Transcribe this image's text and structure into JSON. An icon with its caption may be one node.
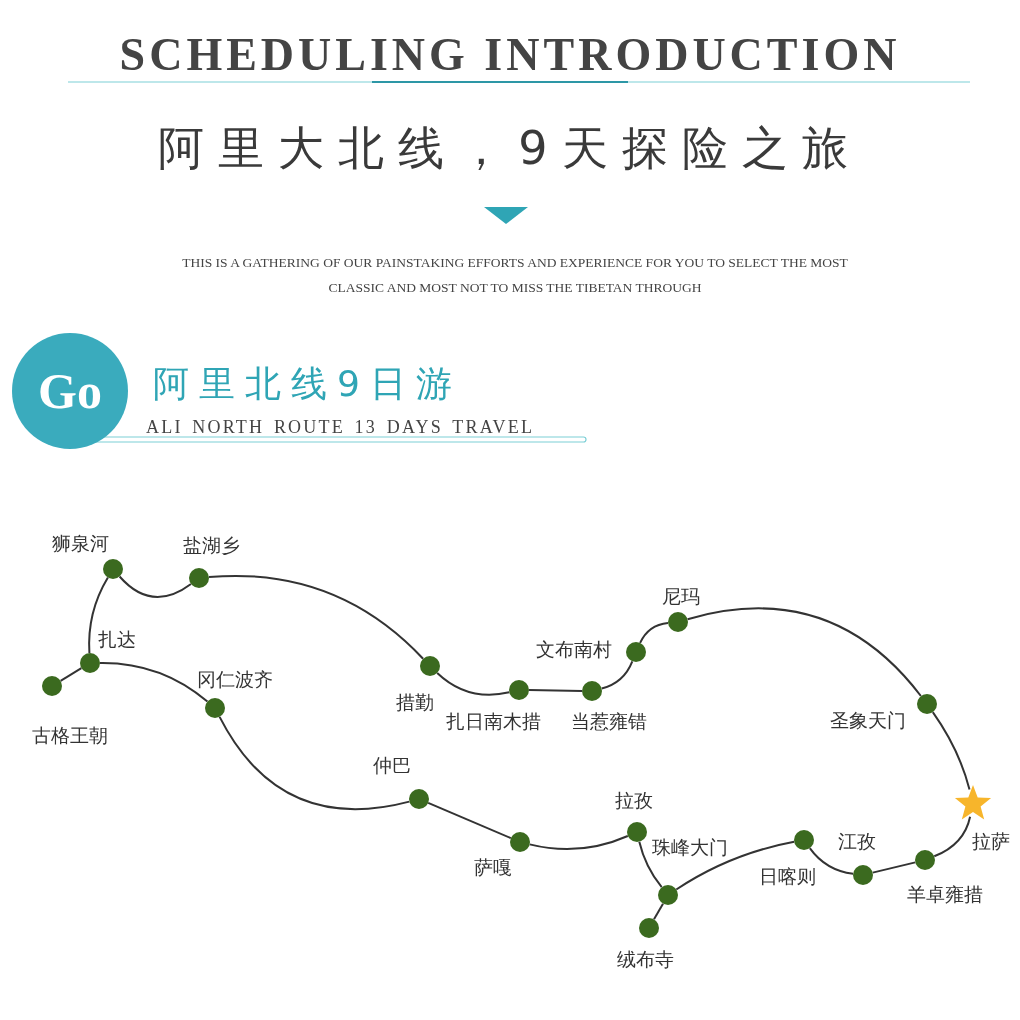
{
  "diagram": {
    "title": "SCHEDULING INTRODUCTION",
    "nodes": [
      {
        "text": [
          "Go"
        ]
      },
      {
        "text": [
          "古格王朝"
        ]
      },
      {
        "text": [
          "扎达"
        ]
      },
      {
        "text": [
          "狮泉河"
        ]
      },
      {
        "text": [
          "盐湖乡"
        ]
      },
      {
        "text": [
          "措勤"
        ]
      },
      {
        "text": [
          "扎日南木措"
        ]
      },
      {
        "text": [
          "当惹雍错"
        ]
      },
      {
        "text": [
          "文布南村"
        ]
      },
      {
        "text": [
          "尼玛"
        ]
      },
      {
        "text": [
          "圣象天门"
        ]
      },
      {
        "text": [
          "拉萨"
        ]
      },
      {
        "text": [
          "羊卓雍措"
        ]
      },
      {
        "text": [
          "江孜"
        ]
      },
      {
        "text": [
          "日喀则"
        ]
      },
      {
        "text": [
          "珠峰大门"
        ]
      },
      {
        "text": [
          "绒布寺"
        ]
      },
      {
        "text": [
          "拉孜"
        ]
      },
      {
        "text": [
          "萨嘎"
        ]
      },
      {
        "text": [
          "仲巴"
        ]
      },
      {
        "text": [
          "冈仁波齐"
        ]
      }
    ],
    "edges": [
      {
        "from": 1,
        "to": 2,
        "arrow": "none"
      },
      {
        "from": 2,
        "to": 3,
        "arrow": "none"
      },
      {
        "from": 3,
        "to": 4,
        "arrow": "none"
      },
      {
        "from": 4,
        "to": 5,
        "arrow": "none"
      },
      {
        "from": 5,
        "to": 6,
        "arrow": "none"
      },
      {
        "from": 6,
        "to": 7,
        "arrow": "none"
      },
      {
        "from": 7,
        "to": 8,
        "arrow": "none"
      },
      {
        "from": 8,
        "to": 9,
        "arrow": "none"
      },
      {
        "from": 9,
        "to": 10,
        "arrow": "none"
      },
      {
        "from": 10,
        "to": 11,
        "arrow": "none"
      },
      {
        "from": 11,
        "to": 12,
        "arrow": "none"
      },
      {
        "from": 12,
        "to": 13,
        "arrow": "none"
      },
      {
        "from": 13,
        "to": 14,
        "arrow": "none"
      },
      {
        "from": 14,
        "to": 15,
        "arrow": "none"
      },
      {
        "from": 15,
        "to": 16,
        "arrow": "none"
      },
      {
        "from": 15,
        "to": 17,
        "arrow": "none"
      },
      {
        "from": 17,
        "to": 18,
        "arrow": "none"
      },
      {
        "from": 18,
        "to": 19,
        "arrow": "none"
      },
      {
        "from": 19,
        "to": 20,
        "arrow": "none"
      },
      {
        "from": 20,
        "to": 2,
        "arrow": "none"
      }
    ],
    "labels": [
      "阿里大北线，9天探险之旅",
      "THIS IS A GATHERING OF OUR PAINSTAKING EFFORTS AND EXPERIENCE FOR YOU TO SELECT THE MOST CLASSIC AND MOST NOT TO MISS THE TIBETAN THROUGH",
      "阿里北线9日游",
      "ALI NORTH ROUTE 13 DAYS TRAVEL"
    ]
  }
}
